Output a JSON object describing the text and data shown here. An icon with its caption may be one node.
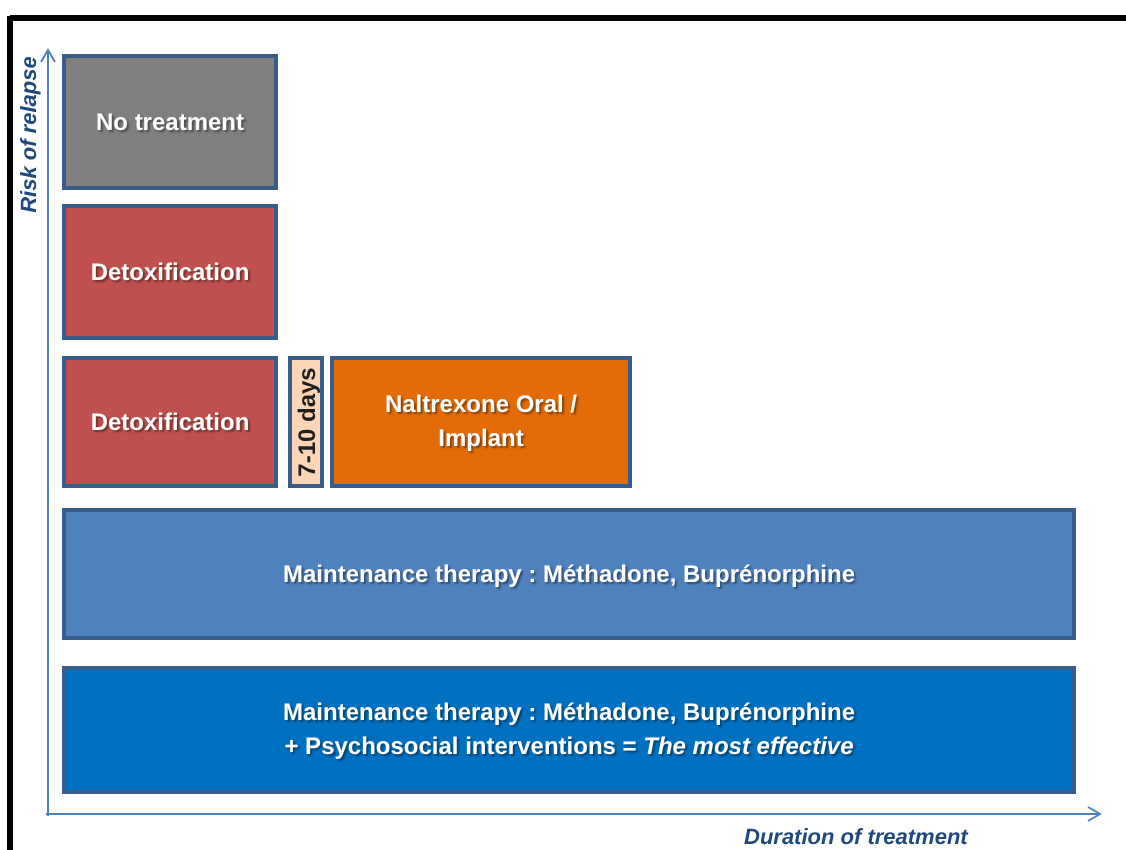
{
  "diagram": {
    "nodes": [
      {
        "text": [
          "No treatment"
        ]
      },
      {
        "text": [
          "Detoxification"
        ]
      },
      {
        "text": [
          "Detoxification"
        ]
      },
      {
        "text": [
          "7-10 days"
        ]
      },
      {
        "text": [
          "Naltrexone Oral / Implant"
        ]
      },
      {
        "text": [
          "Maintenance therapy : Méthadone, Buprénorphine"
        ]
      },
      {
        "text": [
          "Maintenance therapy : Méthadone, Buprénorphine",
          "+ Psychosocial interventions  = *The most effective*"
        ]
      }
    ],
    "edges": [],
    "labels": [
      "Risk of relapse",
      "Duration of treatment"
    ]
  }
}
